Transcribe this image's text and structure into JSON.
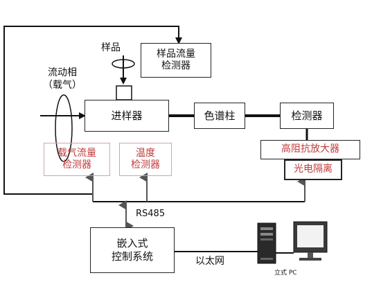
{
  "labels": {
    "sample": "样品",
    "sample_flow": "样品流量\n检测器",
    "mobile_phase": "流动相\n（载气）",
    "injector": "进样器",
    "column": "色谱柱",
    "detector": "检测器",
    "carrier_flow": "载气流量\n检测器",
    "temperature": "温度\n检测器",
    "amplifier": "高阻抗放大器",
    "opto": "光电隔离",
    "rs485": "RS485",
    "controller": "嵌入式\n控制系统",
    "ethernet": "以太网",
    "pc": "立式 PC"
  },
  "colors": {
    "line": "#111111",
    "red_text": "#c03b3b",
    "pink_border": "#c9a7a7"
  },
  "icons": {
    "tower": "tower-pc-icon",
    "monitor": "monitor-icon"
  }
}
